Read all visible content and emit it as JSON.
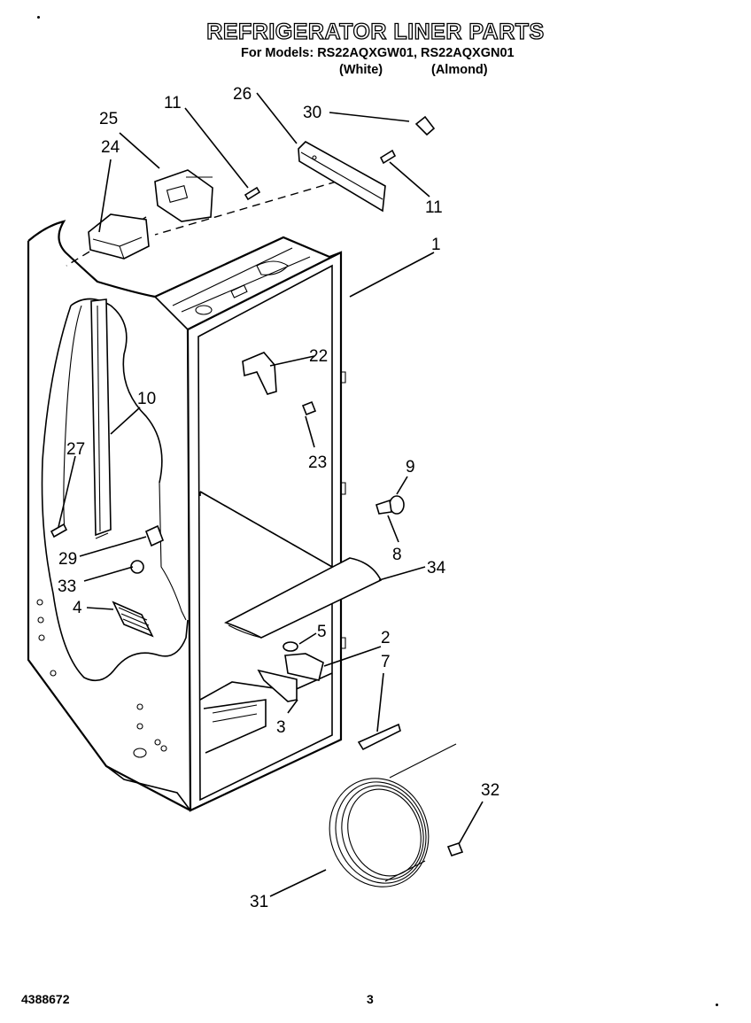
{
  "header": {
    "title": "REFRIGERATOR LINER PARTS",
    "subtitle": "For Models: RS22AQXGW01, RS22AQXGN01",
    "variant_white": "(White)",
    "variant_almond": "(Almond)"
  },
  "callouts": [
    "1",
    "2",
    "3",
    "4",
    "5",
    "7",
    "8",
    "9",
    "10",
    "11",
    "11",
    "22",
    "23",
    "24",
    "25",
    "26",
    "27",
    "29",
    "30",
    "31",
    "32",
    "33",
    "34"
  ],
  "footer": {
    "part_number": "4388672",
    "page_number": "3"
  }
}
